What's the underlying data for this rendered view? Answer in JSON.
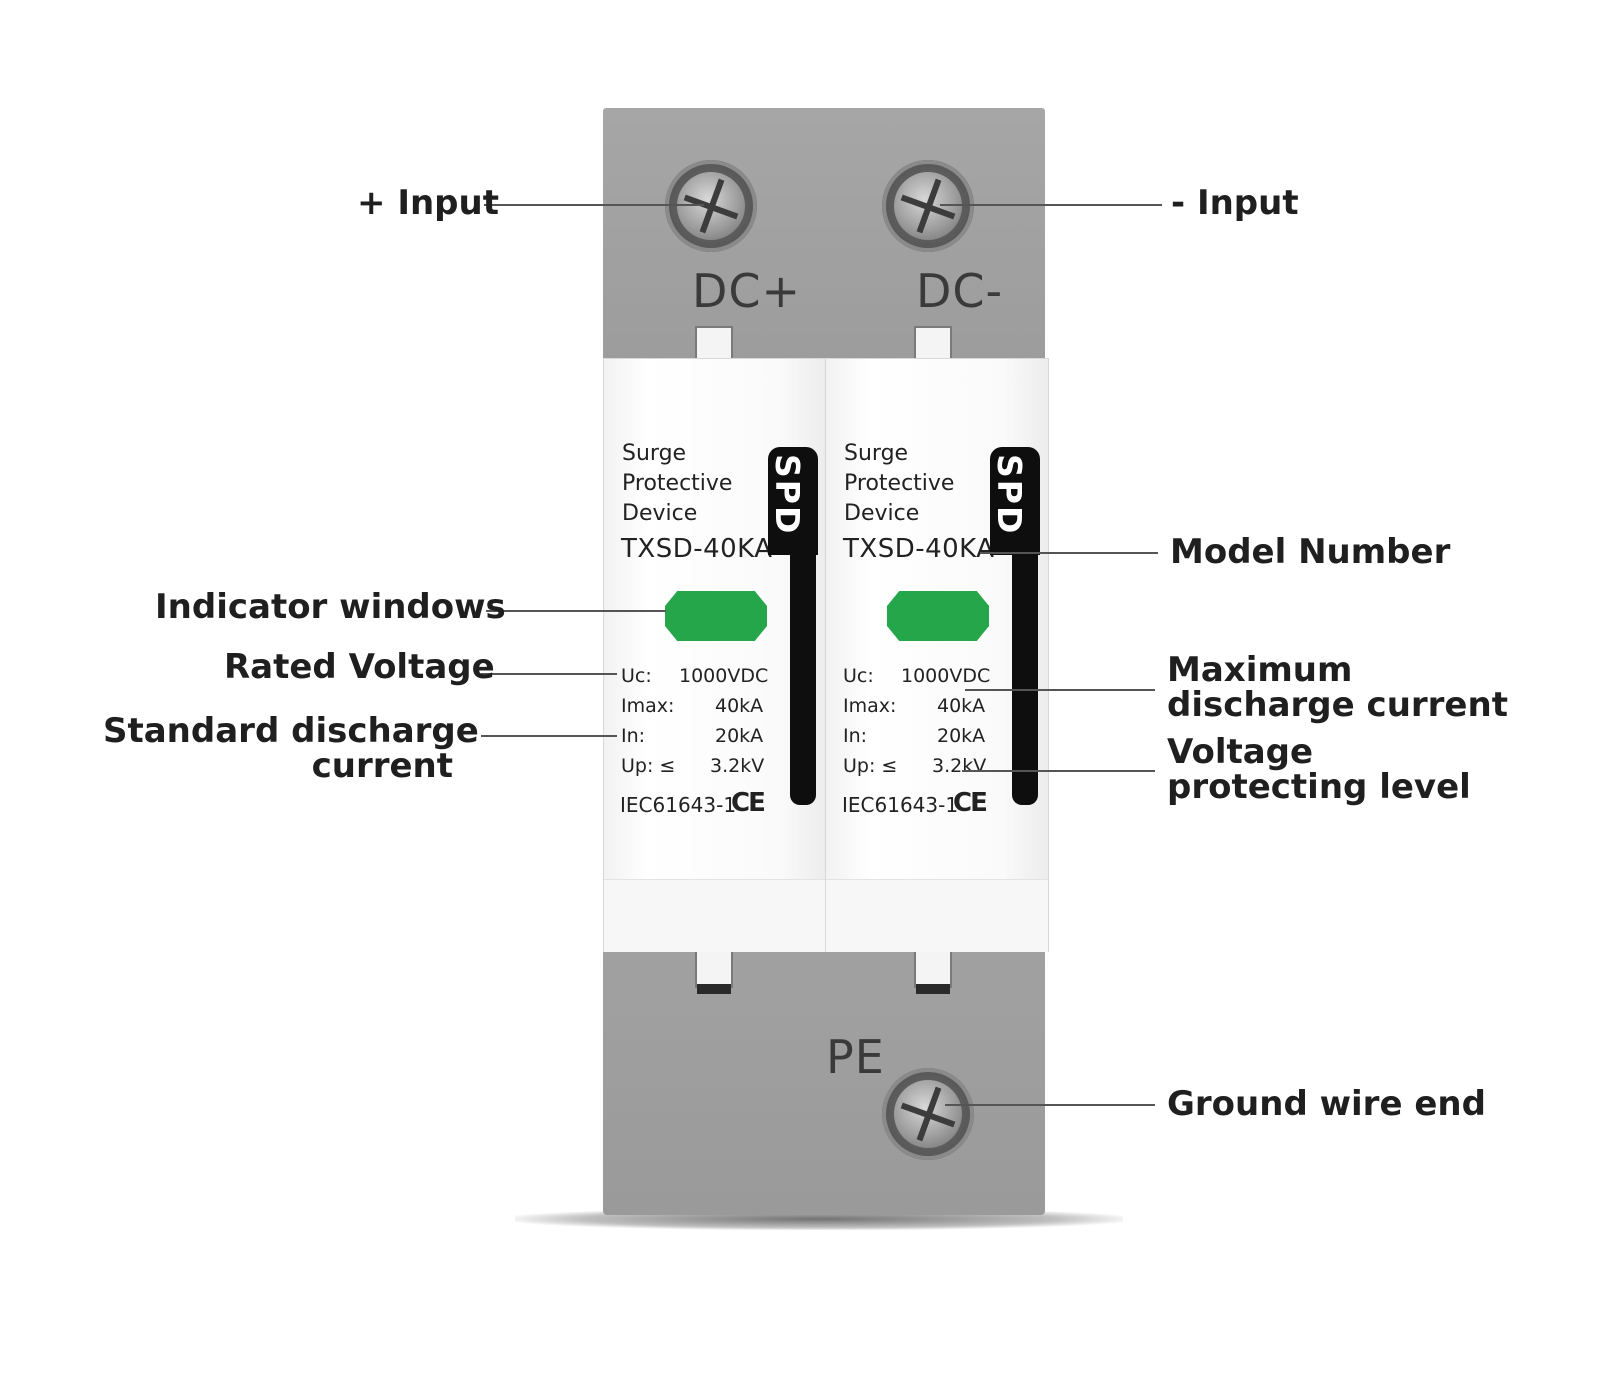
{
  "callouts": {
    "plus_input": "+ Input",
    "minus_input": "- Input",
    "model_number": "Model Number",
    "indicator_windows": "Indicator windows",
    "rated_voltage": "Rated Voltage",
    "standard_discharge_line1": "Standard discharge",
    "standard_discharge_line2": "current",
    "maximum_discharge_line1": "Maximum",
    "maximum_discharge_line2": "discharge current",
    "voltage_protecting_line1": "Voltage",
    "voltage_protecting_line2": "protecting level",
    "ground_wire_end": "Ground wire end"
  },
  "terminals": {
    "dc_plus": "DC+",
    "dc_minus": "DC-",
    "pe": "PE"
  },
  "modules": [
    {
      "desc_line1": "Surge",
      "desc_line2": "Protective",
      "desc_line3": "Device",
      "model": "TXSD-40KA",
      "brand": "SPD",
      "uc_label": "Uc:",
      "uc_value": "1000VDC",
      "imax_label": "Imax:",
      "imax_value": "40kA",
      "in_label": "In:",
      "in_value": "20kA",
      "up_label": "Up: ≤",
      "up_value": "3.2kV",
      "standard": "IEC61643-1",
      "ce_mark": "CE",
      "indicator_color": "#26a64a"
    },
    {
      "desc_line1": "Surge",
      "desc_line2": "Protective",
      "desc_line3": "Device",
      "model": "TXSD-40KA",
      "brand": "SPD",
      "uc_label": "Uc:",
      "uc_value": "1000VDC",
      "imax_label": "Imax:",
      "imax_value": "40kA",
      "in_label": "In:",
      "in_value": "20kA",
      "up_label": "Up: ≤",
      "up_value": "3.2kV",
      "standard": "IEC61643-1",
      "ce_mark": "CE",
      "indicator_color": "#26a64a"
    }
  ],
  "icons": {
    "terminal_screw": "screw-icon",
    "ce": "ce-mark-icon"
  }
}
